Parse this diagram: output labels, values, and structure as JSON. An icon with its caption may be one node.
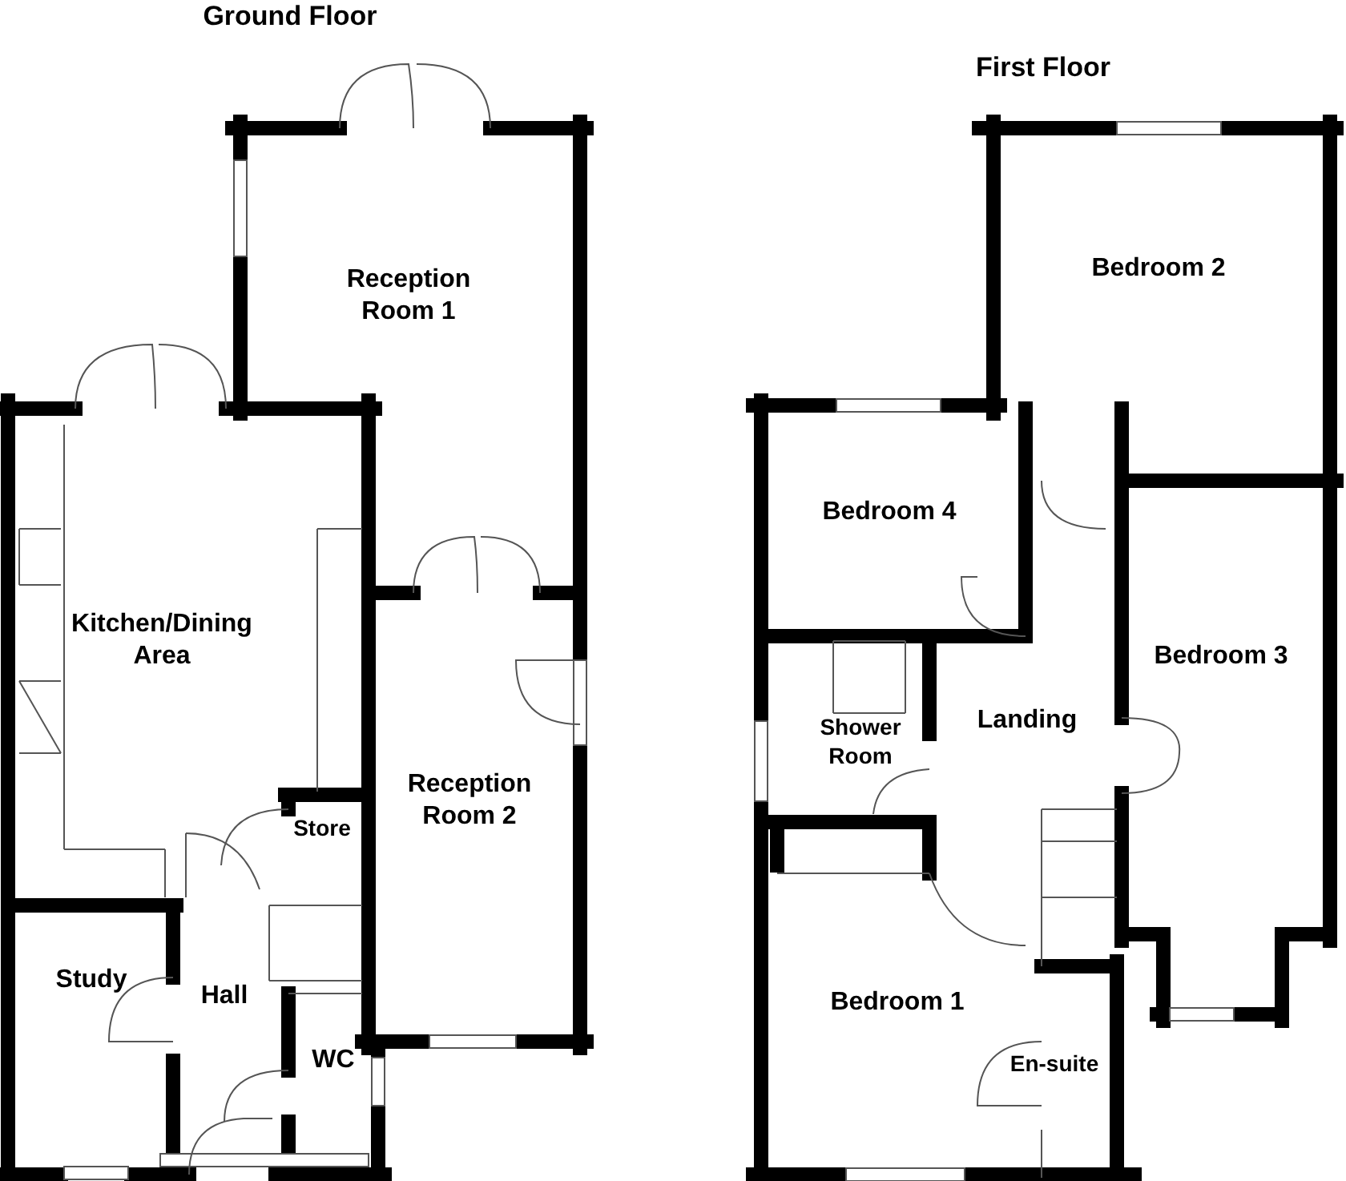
{
  "diagram": {
    "nodes": [
      {
        "text": [
          "Ground Floor"
        ]
      },
      {
        "text": [
          "Reception Room 1"
        ],
        "in": 0
      },
      {
        "text": [
          "Kitchen/Dining Area"
        ],
        "in": 0
      },
      {
        "text": [
          "Reception Room 2"
        ],
        "in": 0
      },
      {
        "text": [
          "Store"
        ],
        "in": 0
      },
      {
        "text": [
          "Study"
        ],
        "in": 0
      },
      {
        "text": [
          "Hall"
        ],
        "in": 0
      },
      {
        "text": [
          "WC"
        ],
        "in": 0
      },
      {
        "text": [
          "First Floor"
        ]
      },
      {
        "text": [
          "Bedroom 2"
        ],
        "in": 8
      },
      {
        "text": [
          "Bedroom 4"
        ],
        "in": 8
      },
      {
        "text": [
          "Bedroom 3"
        ],
        "in": 8
      },
      {
        "text": [
          "Shower Room"
        ],
        "in": 8
      },
      {
        "text": [
          "Landing"
        ],
        "in": 8
      },
      {
        "text": [
          "Bedroom 1"
        ],
        "in": 8
      },
      {
        "text": [
          "En-suite"
        ],
        "in": 8
      }
    ]
  }
}
